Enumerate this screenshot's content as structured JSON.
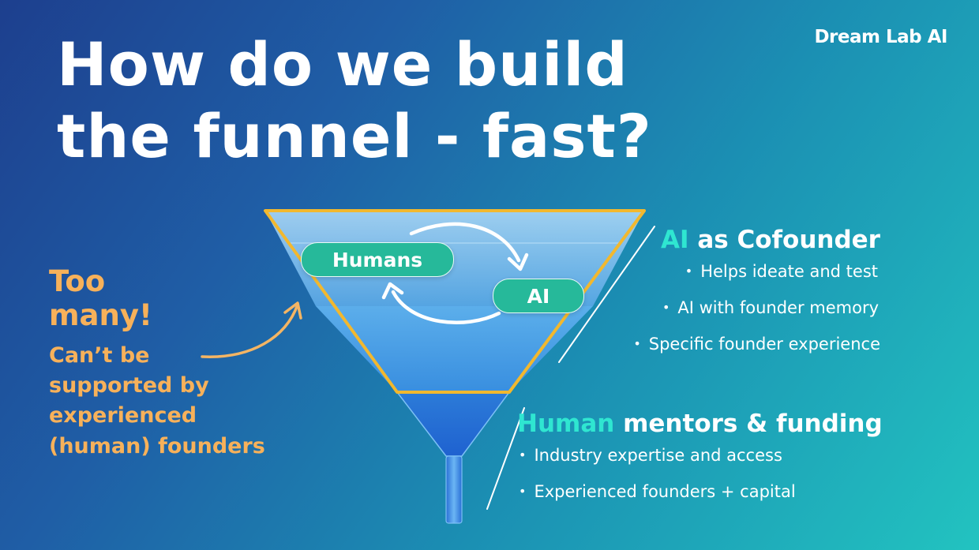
{
  "slide": {
    "title_line1": "How do we build",
    "title_line2": "the funnel - fast?",
    "brand": "Dream Lab AI"
  },
  "callout": {
    "heading_line1": "Too",
    "heading_line2": "many!",
    "subtext_line1": "Can’t be",
    "subtext_line2": "supported by",
    "subtext_line3": "experienced",
    "subtext_line4": "(human) founders"
  },
  "funnel": {
    "left_pill": "Humans",
    "right_pill": "AI"
  },
  "ai_section": {
    "heading_accent": "AI",
    "heading_rest": " as Cofounder",
    "bullets": [
      "Helps ideate and test",
      "AI with founder memory",
      "Specific founder experience"
    ]
  },
  "human_section": {
    "heading_accent": "Human",
    "heading_rest": " mentors & funding",
    "bullets": [
      "Industry expertise and access",
      "Experienced founders + capital"
    ]
  },
  "colors": {
    "callout": "#f7b15a",
    "accent": "#2fe6d1",
    "pill": "#26b99a",
    "funnel_outline": "#f2b82e"
  },
  "icons": {
    "cycle": "circular-arrows-icon",
    "pointer": "curved-arrow-icon",
    "bullet": "bullet-dot"
  }
}
